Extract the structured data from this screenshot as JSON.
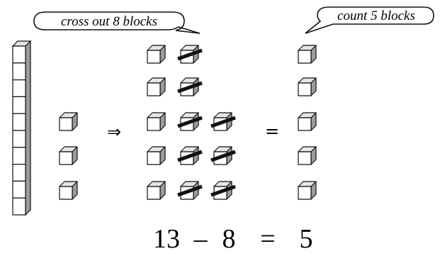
{
  "callouts": {
    "left": "cross out 8 blocks",
    "right": "count 5 blocks"
  },
  "symbols": {
    "arrow": "⇒",
    "equals": "="
  },
  "equation": {
    "a": "13",
    "minus": "–",
    "b": "8",
    "equals": "=",
    "result": "5"
  },
  "blocks": {
    "ten_rod_units": 10,
    "left_ones": 3,
    "middle_rows": [
      {
        "kept": 1,
        "crossed": 1
      },
      {
        "kept": 1,
        "crossed": 1
      },
      {
        "kept": 1,
        "crossed": 2
      },
      {
        "kept": 1,
        "crossed": 2
      },
      {
        "kept": 1,
        "crossed": 2
      }
    ],
    "right_ones": 5
  }
}
